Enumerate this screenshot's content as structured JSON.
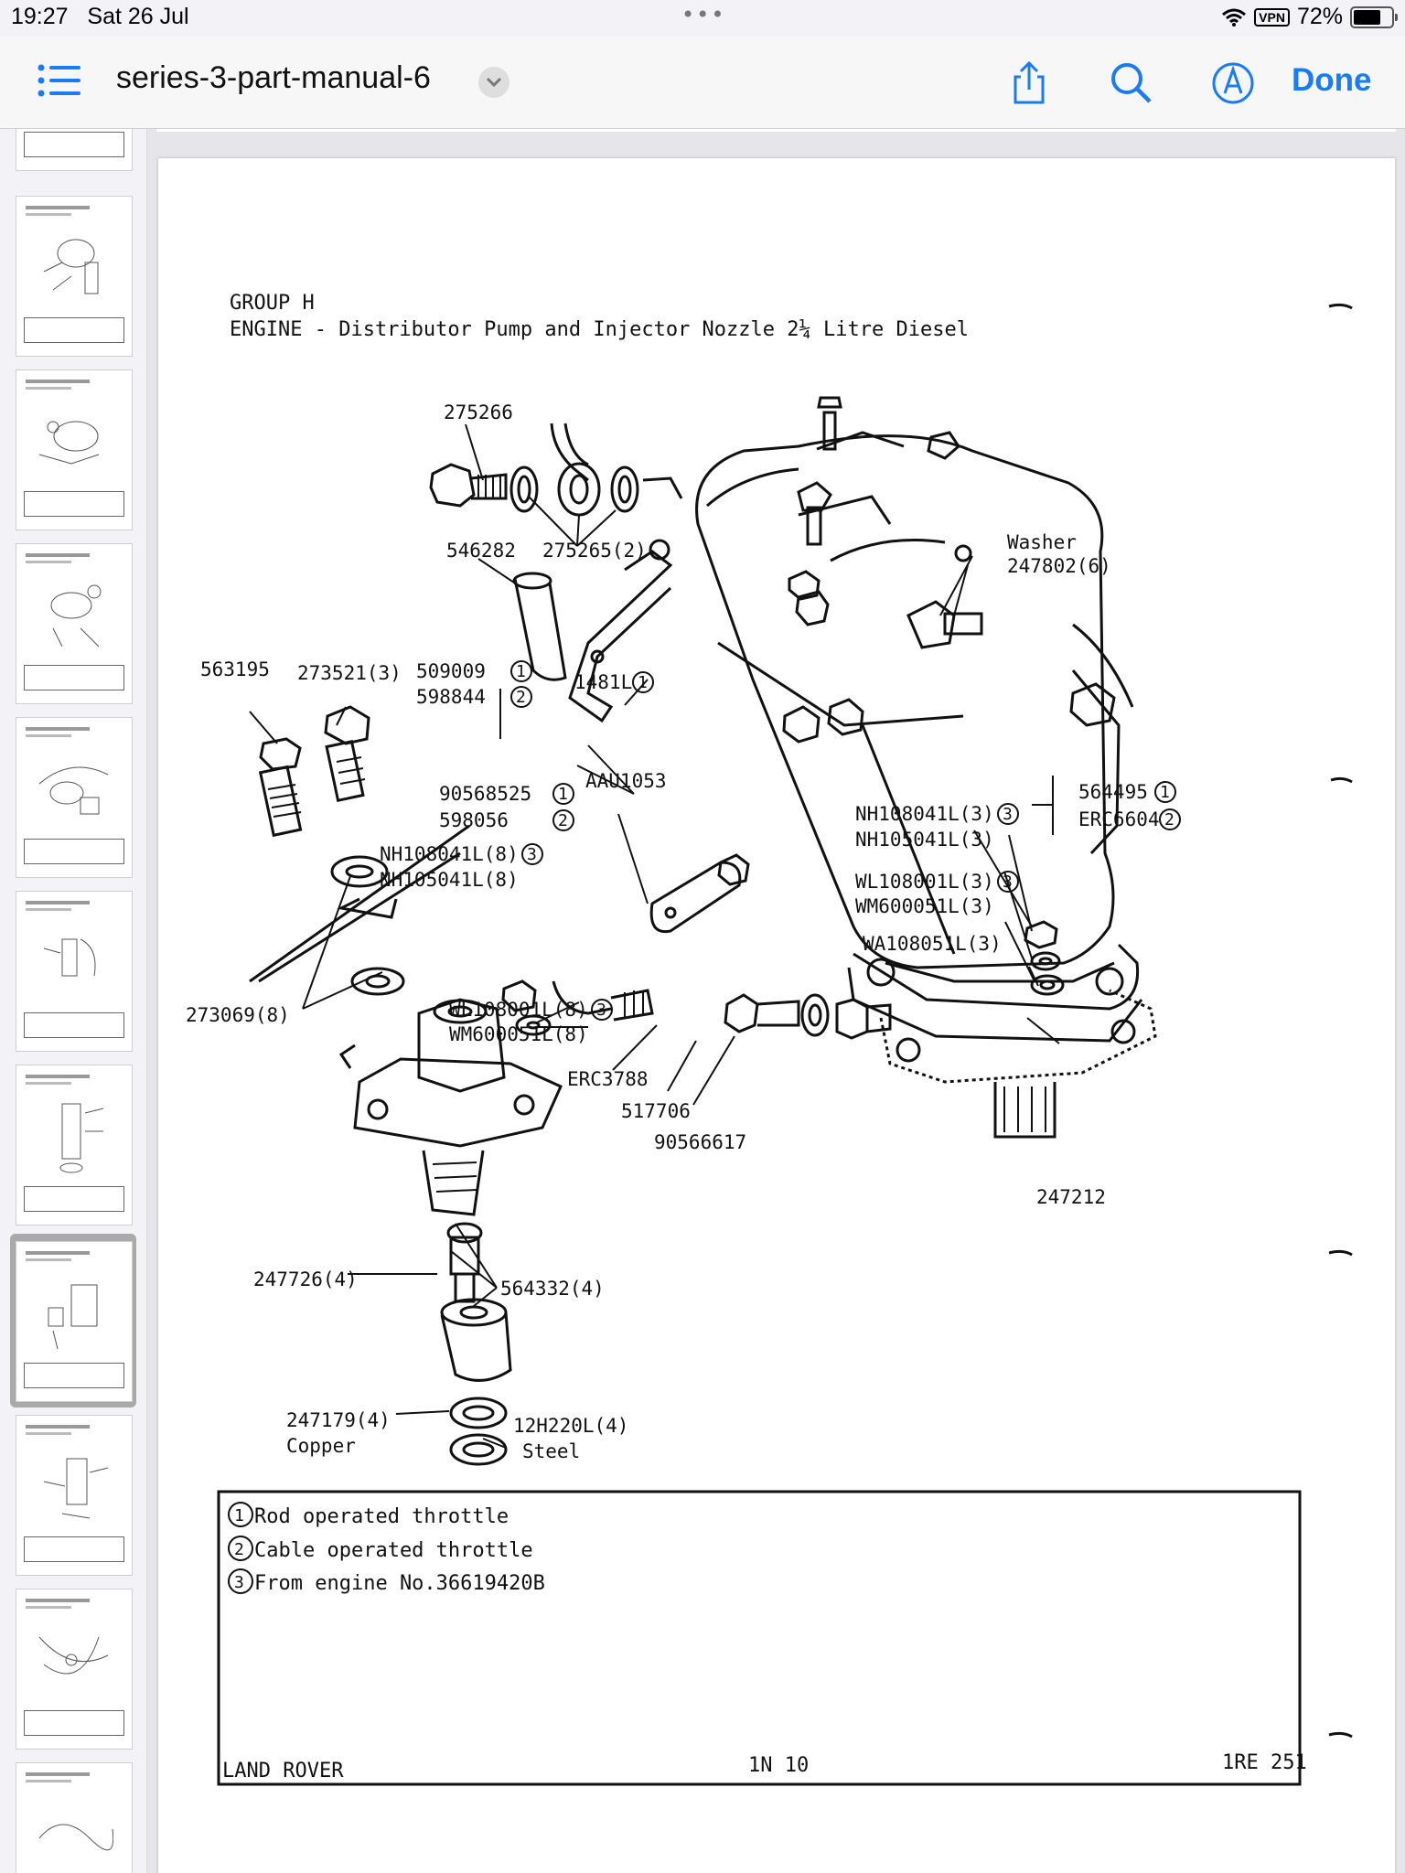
{
  "status": {
    "time": "19:27",
    "date": "Sat 26 Jul",
    "vpn": "VPN",
    "battery": "72%",
    "battery_level": 0.72
  },
  "toolbar": {
    "title": "series-3-part-manual-6",
    "done": "Done"
  },
  "icons": {
    "list": "list-icon",
    "chevron": "chevron-down-icon",
    "share": "share-icon",
    "search": "search-icon",
    "markup": "markup-icon",
    "wifi": "wifi-icon",
    "more": "more-icon"
  },
  "colors": {
    "accent": "#1a7cf2"
  },
  "page": {
    "group": "GROUP H",
    "heading": "ENGINE - Distributor Pump and Injector Nozzle 2¼ Litre Diesel",
    "labels": {
      "p275266": "275266",
      "p546282": "546282",
      "p275265": "275265(2)",
      "washer": "Washer",
      "p247802": "247802(6)",
      "p563195": "563195",
      "p273521": "273521(3)",
      "p509009": "509009",
      "p598844": "598844",
      "p1481L": "1481L",
      "p90568525": "90568525",
      "p598056": "598056",
      "pAAU1053": "AAU1053",
      "p564495": "564495",
      "pERC6604": "ERC6604",
      "pNH108041L3": "NH108041L(3)",
      "pNH105041L3": "NH105041L(3)",
      "pNH108041L8": "NH108041L(8)",
      "pNH105041L8": "NH105041L(8)",
      "pWL108001L3": "WL108001L(3)",
      "pWM600051L3": "WM600051L(3)",
      "pWA108051L3": "WA108051L(3)",
      "p273069": "273069(8)",
      "pWL108001L8": "WL108001L(8)",
      "pWM600051L8": "WM600051L(8)",
      "pERC3788": "ERC3788",
      "p517706": "517706",
      "p90566617": "90566617",
      "p247212": "247212",
      "p247726": "247726(4)",
      "p564332": "564332(4)",
      "p247179": "247179(4)",
      "copper": "Copper",
      "p12H220L": "12H220L(4)",
      "steel": "Steel"
    },
    "circles": {
      "one": "1",
      "two": "2",
      "three": "3"
    },
    "notes": [
      {
        "num": "1",
        "text": "Rod operated throttle"
      },
      {
        "num": "2",
        "text": "Cable operated throttle"
      },
      {
        "num": "3",
        "text": "From engine No.36619420B"
      }
    ],
    "footer": {
      "left": "LAND ROVER",
      "center": "1N 10",
      "right": "1RE 251"
    }
  }
}
